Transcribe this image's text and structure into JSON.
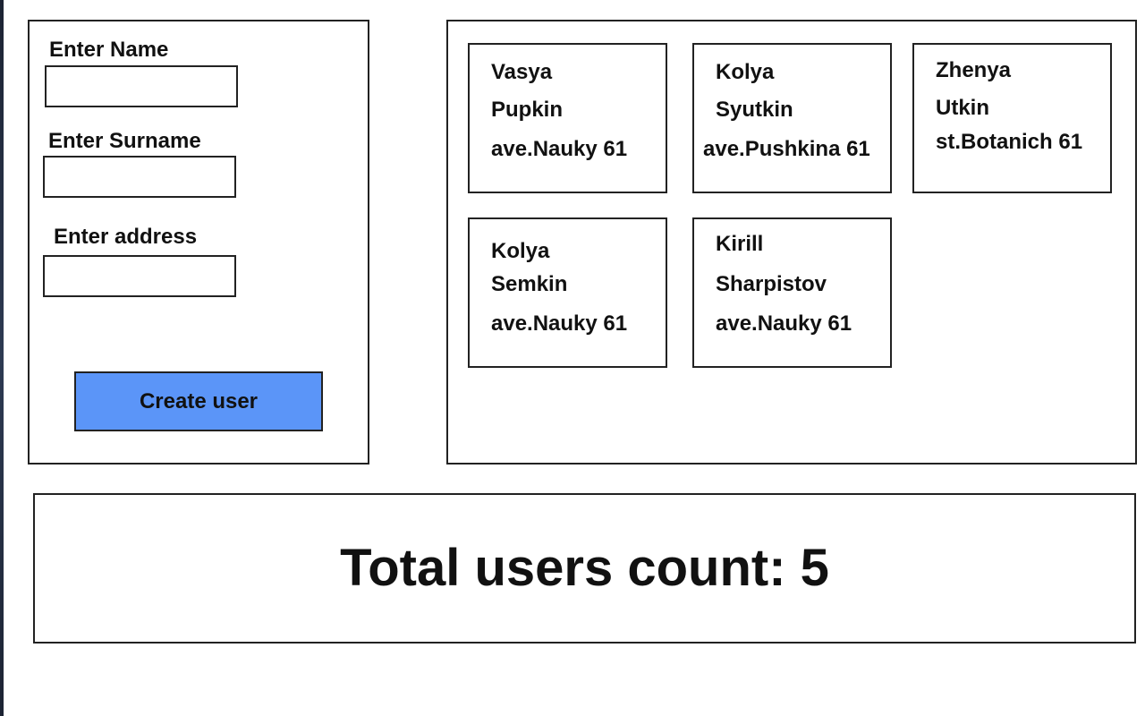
{
  "form": {
    "name_label": "Enter Name",
    "name_value": "",
    "surname_label": "Enter Surname",
    "surname_value": "",
    "address_label": "Enter address",
    "address_value": "",
    "create_button_label": "Create user",
    "button_color": "#5b95f8"
  },
  "users": [
    {
      "name": "Vasya",
      "surname": "Pupkin",
      "address": "ave.Nauky 61"
    },
    {
      "name": "Kolya",
      "surname": "Syutkin",
      "address": "ave.Pushkina 61"
    },
    {
      "name": "Zhenya",
      "surname": "Utkin",
      "address": "st.Botanich 61"
    },
    {
      "name": "Kolya",
      "surname": "Semkin",
      "address": "ave.Nauky 61"
    },
    {
      "name": "Kirill",
      "surname": "Sharpistov",
      "address": "ave.Nauky 61"
    }
  ],
  "summary": {
    "total_users_text": "Total users count: 5"
  }
}
